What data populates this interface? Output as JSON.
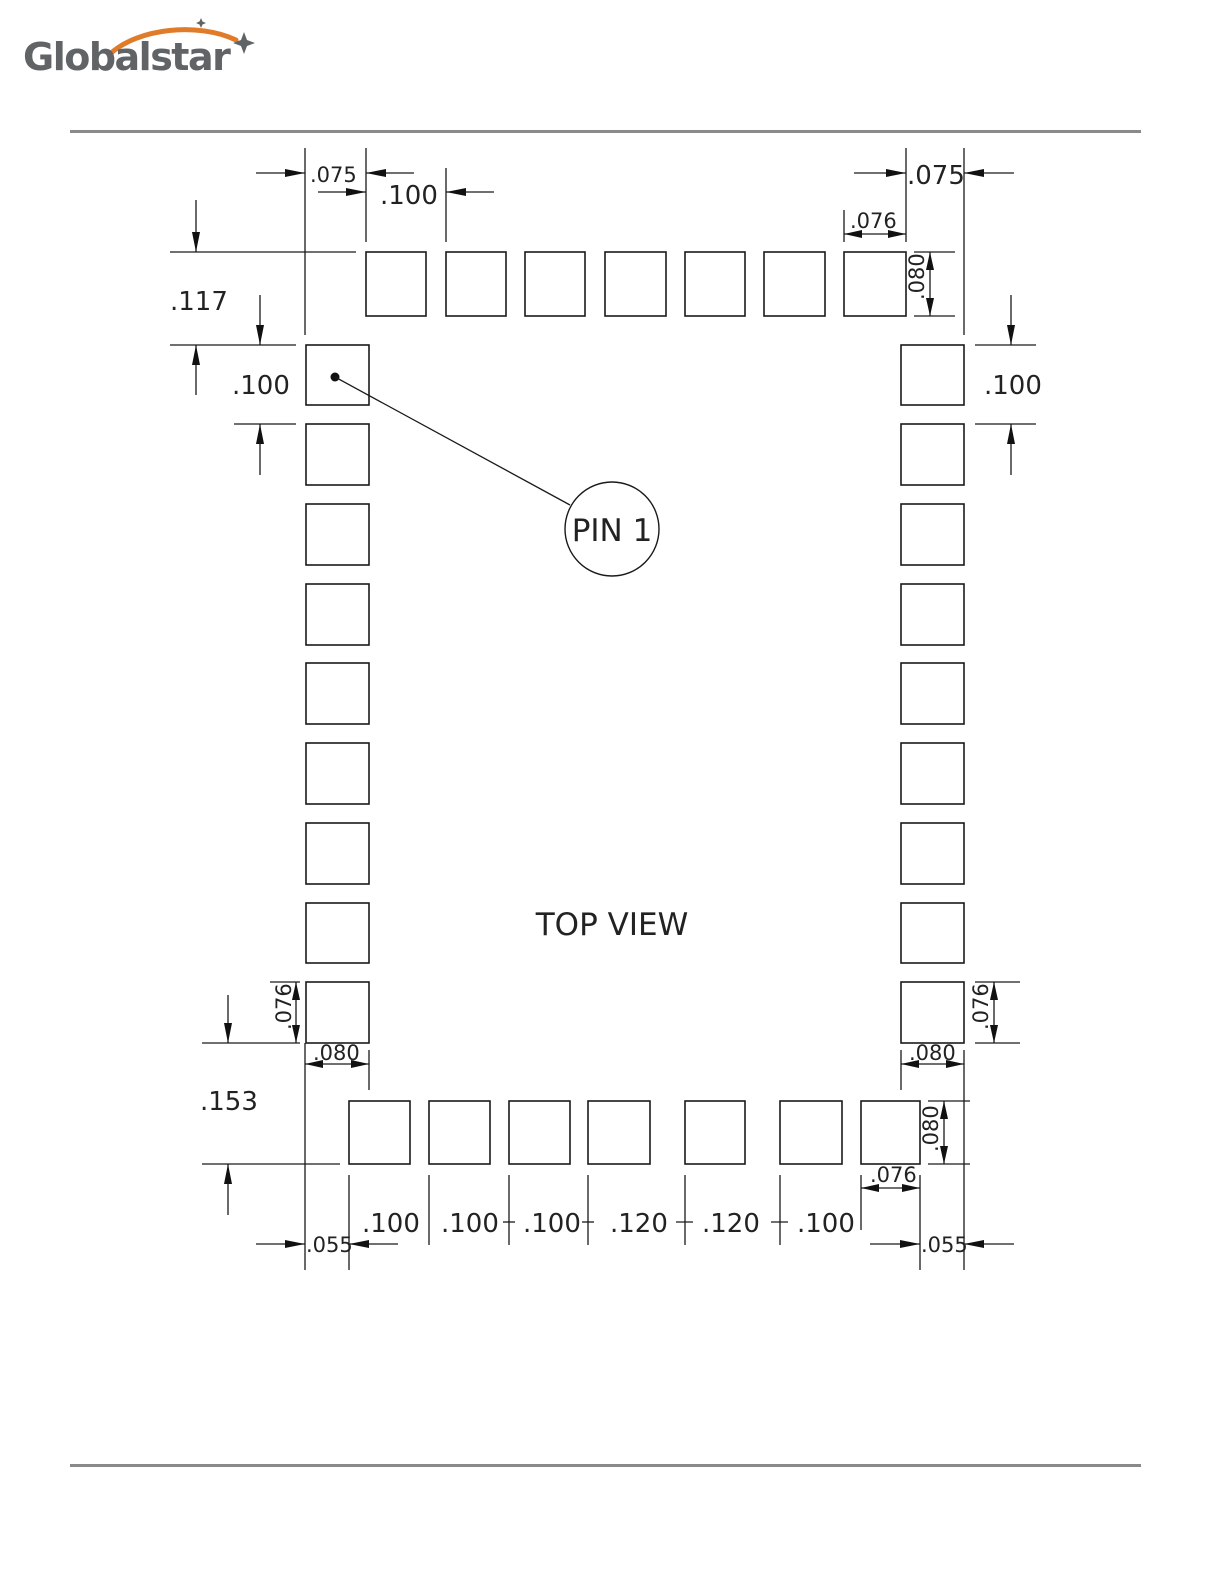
{
  "brand": {
    "name": "Globalstar"
  },
  "colors": {
    "rule": "#8a8a8a",
    "logo_text": "#616466",
    "logo_swoosh": "#e07b2a",
    "line": "#1a1a1a"
  },
  "drawing": {
    "view_label": "TOP VIEW",
    "pin_label": "PIN 1",
    "dims": {
      "top_left_offset": ".075",
      "top_pitch": ".100",
      "top_right_offset": ".075",
      "top_right_pad_width": ".076",
      "top_right_pad_height": ".080",
      "left_top_offset": ".117",
      "left_pitch": ".100",
      "right_pitch": ".100",
      "left_bottom_pad_height": ".076",
      "left_bottom_pad_width": ".080",
      "right_bottom_pad_height": ".076",
      "right_bottom_pad_width": ".080",
      "left_bottom_offset": ".153",
      "bottom_right_pad_height": ".080",
      "bottom_right_pad_width": ".076",
      "bottom_left_offset": ".055",
      "bottom_right_offset": ".055",
      "bottom_pitches": [
        ".100",
        ".100",
        ".100",
        ".120",
        ".120",
        ".100"
      ]
    }
  }
}
